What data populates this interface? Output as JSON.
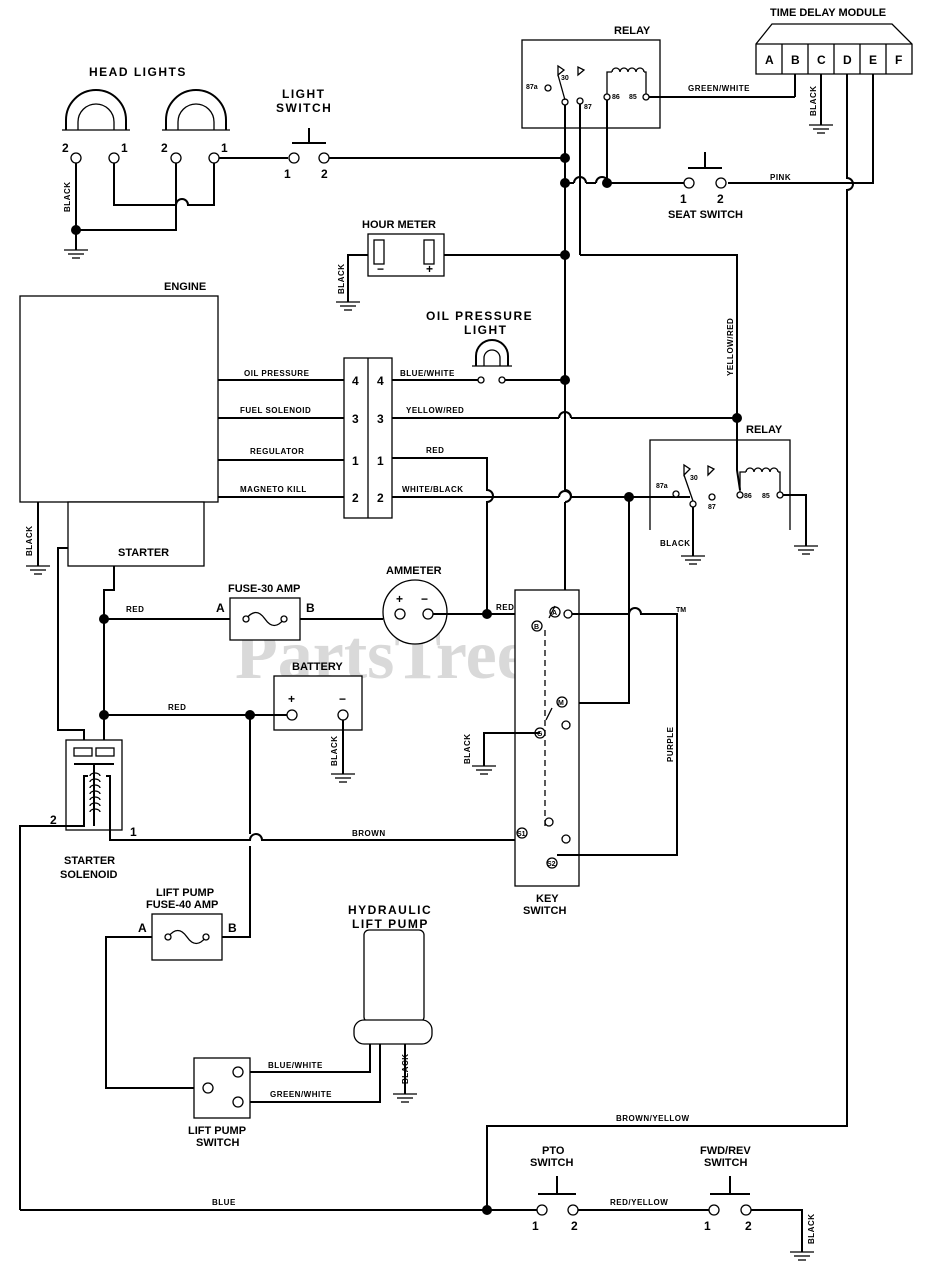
{
  "watermark": "PartsTree",
  "watermark_tm": "TM",
  "labels": {
    "head_lights": "HEAD LIGHTS",
    "light_switch_1": "LIGHT",
    "light_switch_2": "SWITCH",
    "relay_top": "RELAY",
    "time_delay_module": "TIME DELAY MODULE",
    "tdm_pins": [
      "A",
      "B",
      "C",
      "D",
      "E",
      "F"
    ],
    "hour_meter": "HOUR METER",
    "seat_switch": "SEAT SWITCH",
    "engine": "ENGINE",
    "starter": "STARTER",
    "oil_pressure_light_1": "OIL PRESSURE",
    "oil_pressure_light_2": "LIGHT",
    "relay_right": "RELAY",
    "fuse_30": "FUSE-30 AMP",
    "ammeter": "AMMETER",
    "battery": "BATTERY",
    "starter_solenoid_1": "STARTER",
    "starter_solenoid_2": "SOLENOID",
    "key_switch_1": "KEY",
    "key_switch_2": "SWITCH",
    "lift_pump_fuse_1": "LIFT PUMP",
    "lift_pump_fuse_2": "FUSE-40 AMP",
    "hydraulic_1": "HYDRAULIC",
    "hydraulic_2": "LIFT PUMP",
    "lift_pump_switch_1": "LIFT PUMP",
    "lift_pump_switch_2": "SWITCH",
    "pto_1": "PTO",
    "pto_2": "SWITCH",
    "fwdrev_1": "FWD/REV",
    "fwdrev_2": "SWITCH"
  },
  "wires": {
    "black": "BLACK",
    "green_white": "GREEN/WHITE",
    "pink": "PINK",
    "yellow_red_v": "YELLOW/RED",
    "oil_pressure": "OIL PRESSURE",
    "fuel_solenoid": "FUEL SOLENOID",
    "regulator": "REGULATOR",
    "magneto_kill": "MAGNETO KILL",
    "blue_white": "BLUE/WHITE",
    "yellow_red": "YELLOW/RED",
    "red": "RED",
    "white_black": "WHITE/BLACK",
    "purple": "PURPLE",
    "brown": "BROWN",
    "brown_yellow": "BROWN/YELLOW",
    "blue": "BLUE",
    "red_yellow": "RED/YELLOW"
  },
  "terminals": {
    "one": "1",
    "two": "2",
    "three": "3",
    "four": "4",
    "a": "A",
    "b": "B",
    "plus": "+",
    "minus": "−",
    "r87a": "87a",
    "r30": "30",
    "r87": "87",
    "r86": "86",
    "r85": "85",
    "ks_A": "A",
    "ks_B": "B",
    "ks_M": "M",
    "ks_G": "G",
    "ks_S1": "S1",
    "ks_S2": "S2"
  }
}
